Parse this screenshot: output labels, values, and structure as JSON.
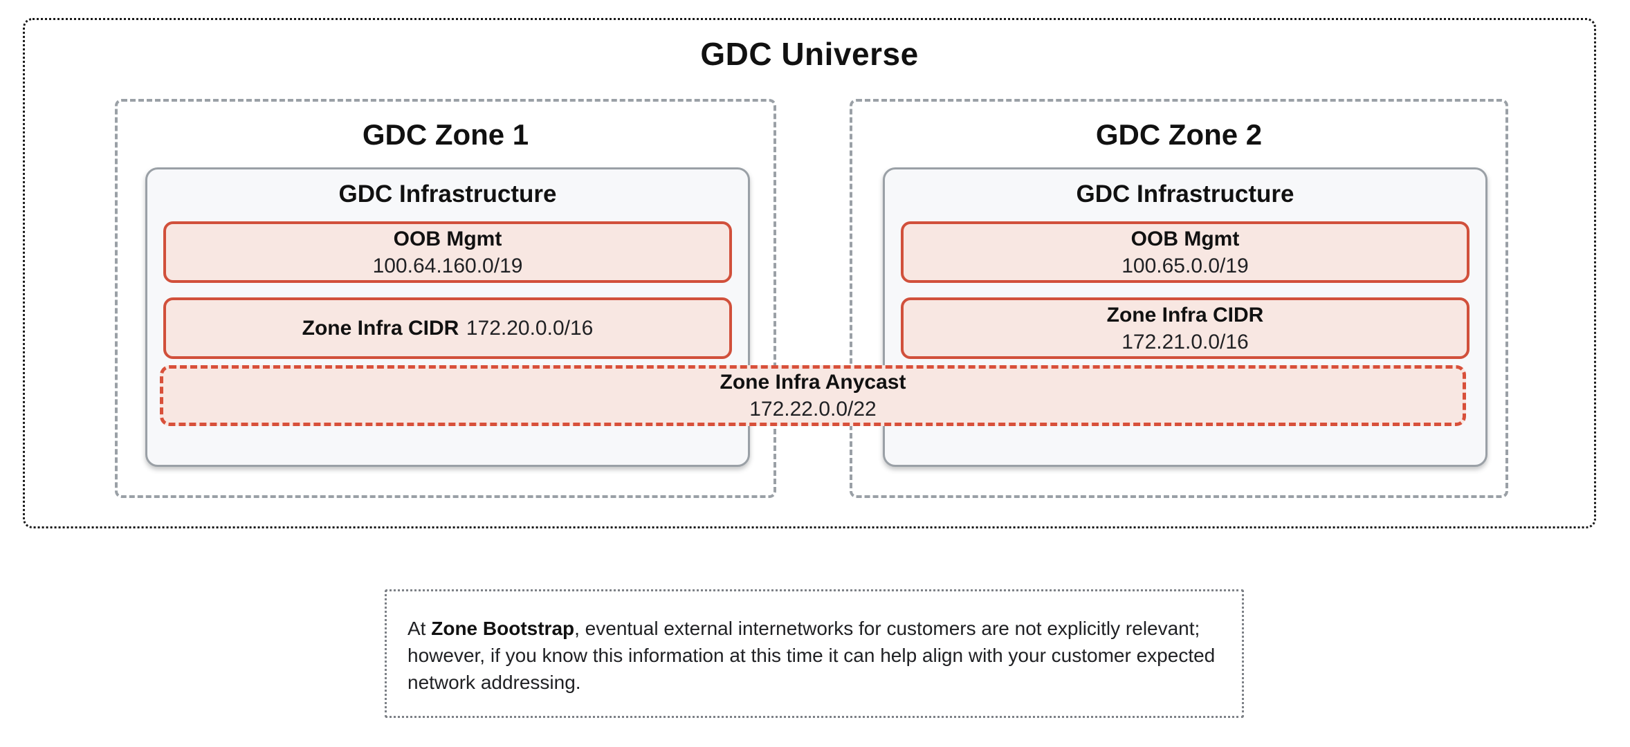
{
  "universe": {
    "title": "GDC Universe"
  },
  "zones": [
    {
      "title": "GDC Zone 1",
      "infra": {
        "title": "GDC Infrastructure",
        "oob": {
          "label": "OOB Mgmt",
          "value": "100.64.160.0/19"
        },
        "cidr": {
          "label": "Zone Infra CIDR",
          "value": "172.20.0.0/16"
        }
      }
    },
    {
      "title": "GDC Zone 2",
      "infra": {
        "title": "GDC Infrastructure",
        "oob": {
          "label": "OOB Mgmt",
          "value": "100.65.0.0/19"
        },
        "cidr": {
          "label": "Zone Infra CIDR",
          "value": "172.21.0.0/16"
        }
      }
    }
  ],
  "anycast": {
    "label": "Zone Infra Anycast",
    "value": "172.22.0.0/22"
  },
  "note": {
    "prefix": "At ",
    "bold": "Zone Bootstrap",
    "rest": ", eventual external internetworks for customers are not explicitly relevant; however, if you know this information at this time it can help align with your customer expected network addressing."
  },
  "colors": {
    "accent_red_border": "#d1503b",
    "pink_fill": "#f8e7e2",
    "gray_border": "#9aa0a6",
    "infra_fill": "#f7f8fa",
    "universe_border": "#1a1a1a",
    "note_border": "#7d8187",
    "text_dark": "#202124"
  }
}
